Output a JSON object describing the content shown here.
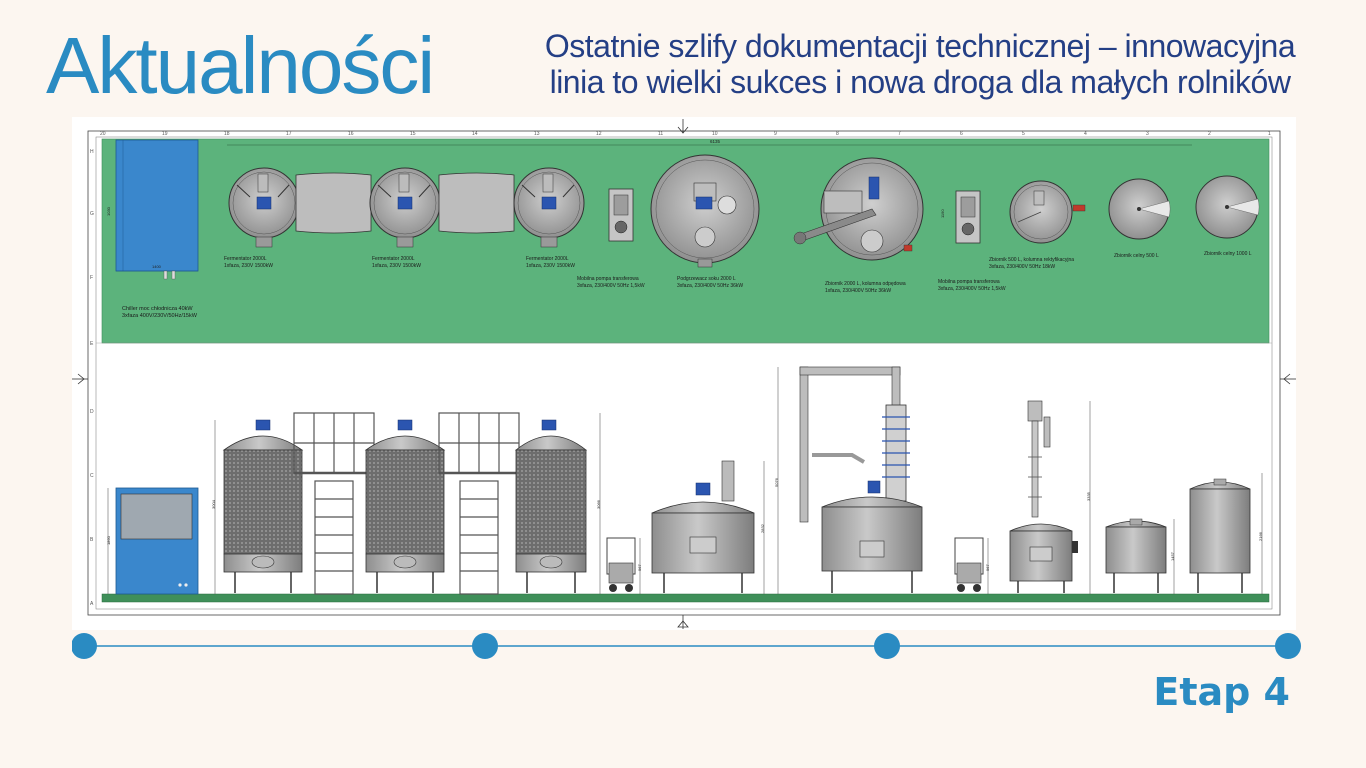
{
  "header": {
    "title": "Aktualności",
    "subtitle_line1": "Ostatnie szlify dokumentacji technicznej – innowacyjna",
    "subtitle_line2": "linia to wielki sukces i nowa droga dla małych rolników"
  },
  "colors": {
    "title": "#2a8bc2",
    "subtitle": "#243f85",
    "background": "#fcf6f0",
    "plan_green": "#5cb37c",
    "chiller_blue": "#3a87cc",
    "timeline": "#2a8bc2"
  },
  "drawing": {
    "equipment_labels": {
      "chiller_1": "Chiller moc chłodnicza 40kW",
      "chiller_2": "3xfaza 400V/230V/50Hz/15kW",
      "fermentator_a_1": "Fermentator 2000L",
      "fermentator_a_2": "1xfaza, 230V 1500kW",
      "fermentator_b_1": "Fermentator 2000L",
      "fermentator_b_2": "1xfaza, 230V 1500kW",
      "fermentator_c_1": "Fermentator 2000L",
      "fermentator_c_2": "1xfaza, 230V 1500kW",
      "pump_a_1": "Mobilna pompa transferowa",
      "pump_a_2": "3xfaza, 230/400V 50Hz 1,5kW",
      "heater_1": "Podgrzewacz soku 2000 L",
      "heater_2": "3xfaza, 230/400V 50Hz 36kW",
      "still_1": "Zbiornik 2000 L, kolumna odpędowa",
      "still_2": "1xfaza, 230/400V 50Hz 36kW",
      "pump_b_1": "Mobilna pompa transferowa",
      "pump_b_2": "3xfaza, 230/400V 50Hz 1,5kW",
      "rect_1": "Zbiornik 500 L, kolumna rektyfikacyjna",
      "rect_2": "3xfaza, 230/400V 50Hz 18kW",
      "tank500": "Zbiornik celny 500 L",
      "tank1000": "Zbiornik celny 1000 L"
    },
    "dimensions": {
      "chiller_width": "1400",
      "chiller_depth": "1030",
      "top_span": "6135",
      "chiller_height": "1860",
      "ferm_height_a": "3004",
      "ferm_height_c": "3066",
      "heater_height": "2832",
      "still_height": "5076",
      "pump_height_a": "967",
      "pump_height_b": "967",
      "rect_height": "3335",
      "tank500_height": "1457",
      "tank1000_height": "2166",
      "pump_plan_depth": "1190"
    },
    "grid_columns": [
      "20",
      "19",
      "18",
      "17",
      "16",
      "15",
      "14",
      "13",
      "12",
      "11",
      "10",
      "9",
      "8",
      "7",
      "6",
      "5",
      "4",
      "3",
      "2",
      "1"
    ],
    "grid_rows": [
      "H",
      "G",
      "F",
      "E",
      "D",
      "C",
      "B",
      "A"
    ]
  },
  "timeline": {
    "stages": [
      "stage-1",
      "stage-2",
      "stage-3",
      "stage-4"
    ]
  },
  "footer": {
    "stage_label": "Etap 4"
  }
}
